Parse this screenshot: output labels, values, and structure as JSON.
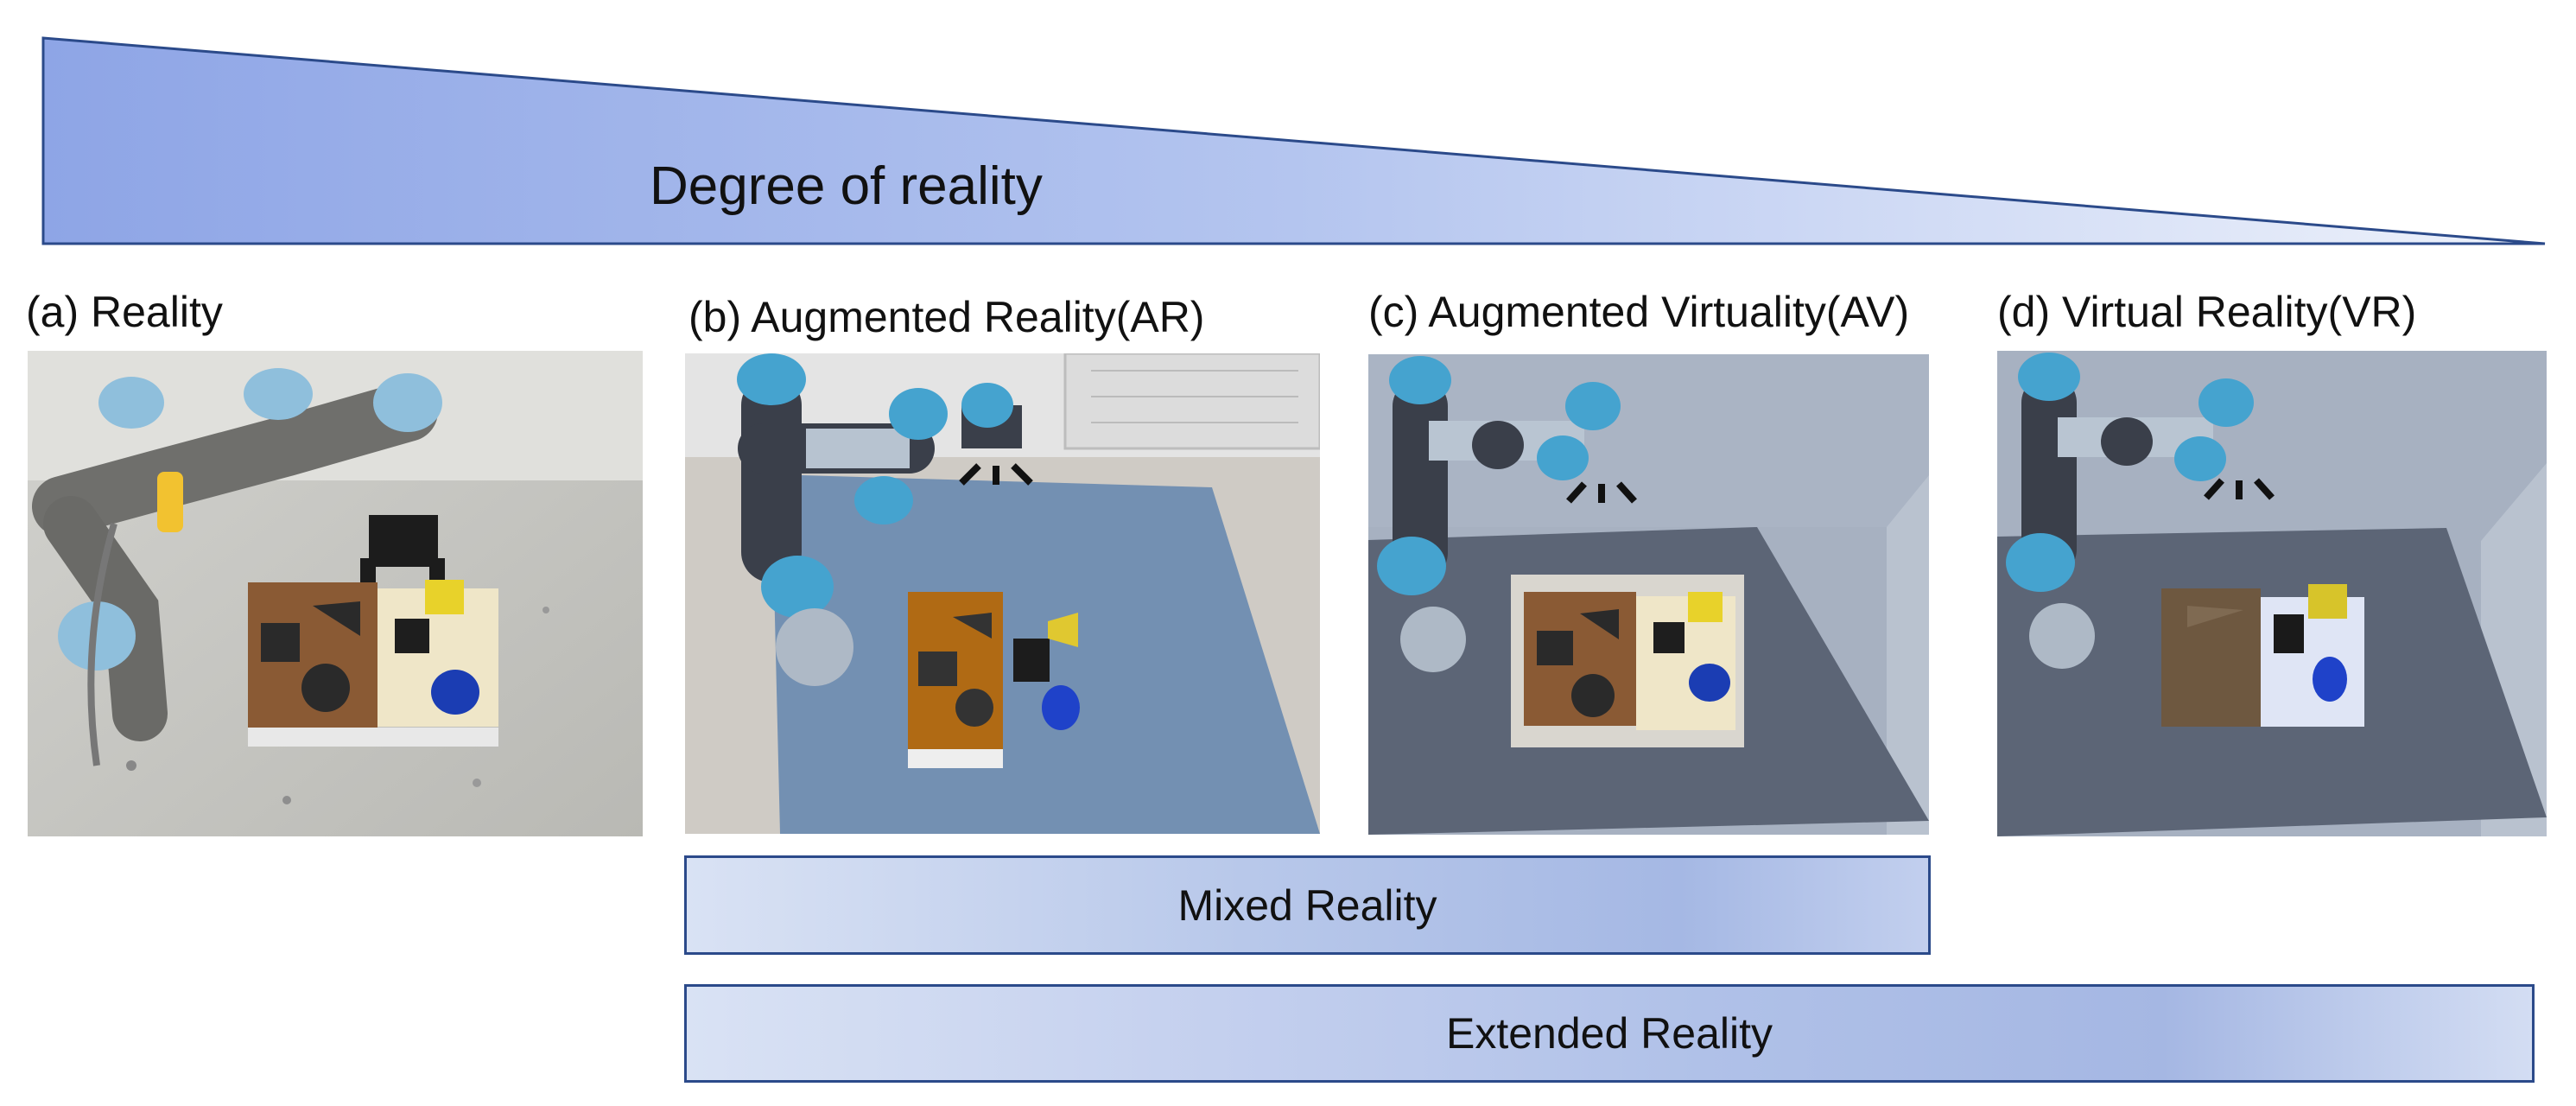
{
  "header": {
    "wedge_label": "Degree of reality"
  },
  "panels": [
    {
      "title": "(a) Reality"
    },
    {
      "title": "(b) Augmented Reality(AR)"
    },
    {
      "title": "(c) Augmented Virtuality(AV)"
    },
    {
      "title": "(d) Virtual Reality(VR)"
    }
  ],
  "bands": {
    "mixed": "Mixed Reality",
    "extended": "Extended Reality"
  },
  "colors": {
    "wedge_dark": "#8da4e6",
    "wedge_light": "#e6ecf8",
    "outline": "#2b4a8a",
    "robot_blue": "#5fa6d0",
    "table_grey": "#5e6676"
  }
}
